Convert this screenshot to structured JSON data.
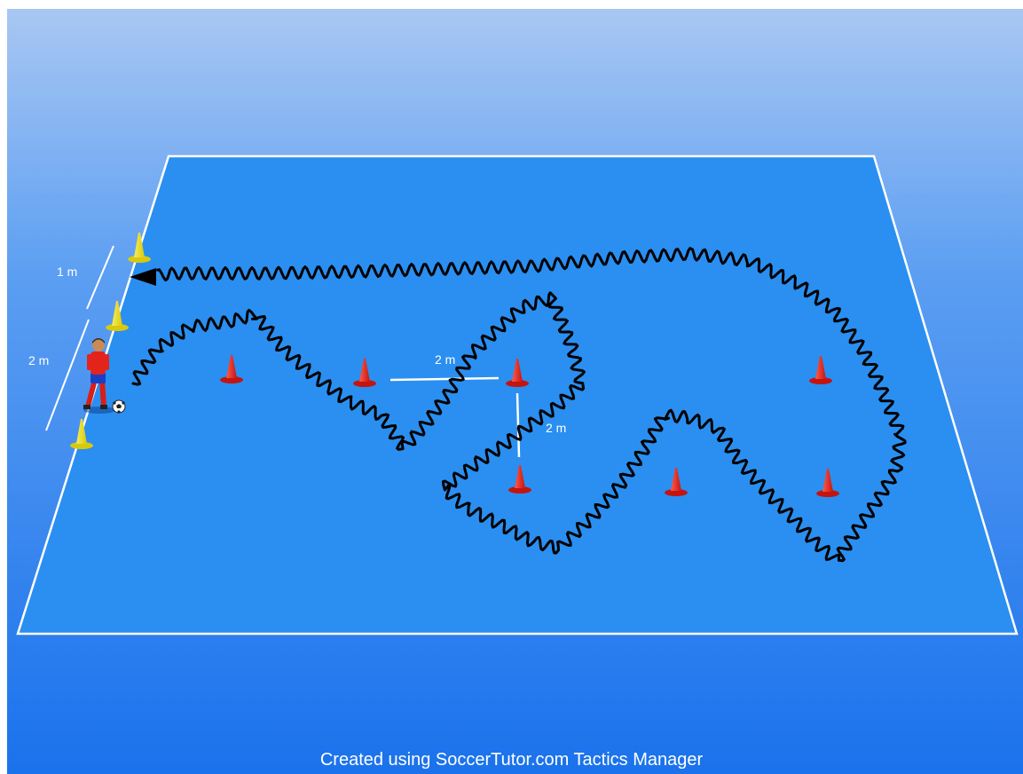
{
  "diagram": {
    "measure_labels": {
      "cone_gap_top": "1 m",
      "cone_gap_bottom": "2 m",
      "marker_gap_horizontal": "2 m",
      "marker_gap_vertical": "2 m"
    },
    "colors": {
      "sky_top": "#a9c7f2",
      "sky_bottom": "#1a72ec",
      "pitch": "#2a8ff0",
      "pitch_lines": "#ffffff",
      "dribble_path": "#000000",
      "yellow_cone": "#f4e61a",
      "red_marker": "#e8201a"
    },
    "icons": [
      "player-icon",
      "ball-icon",
      "yellow-cone-icon",
      "red-marker-cone-icon",
      "arrowhead-icon"
    ]
  },
  "footer": {
    "credit": "Created using SoccerTutor.com Tactics Manager"
  }
}
